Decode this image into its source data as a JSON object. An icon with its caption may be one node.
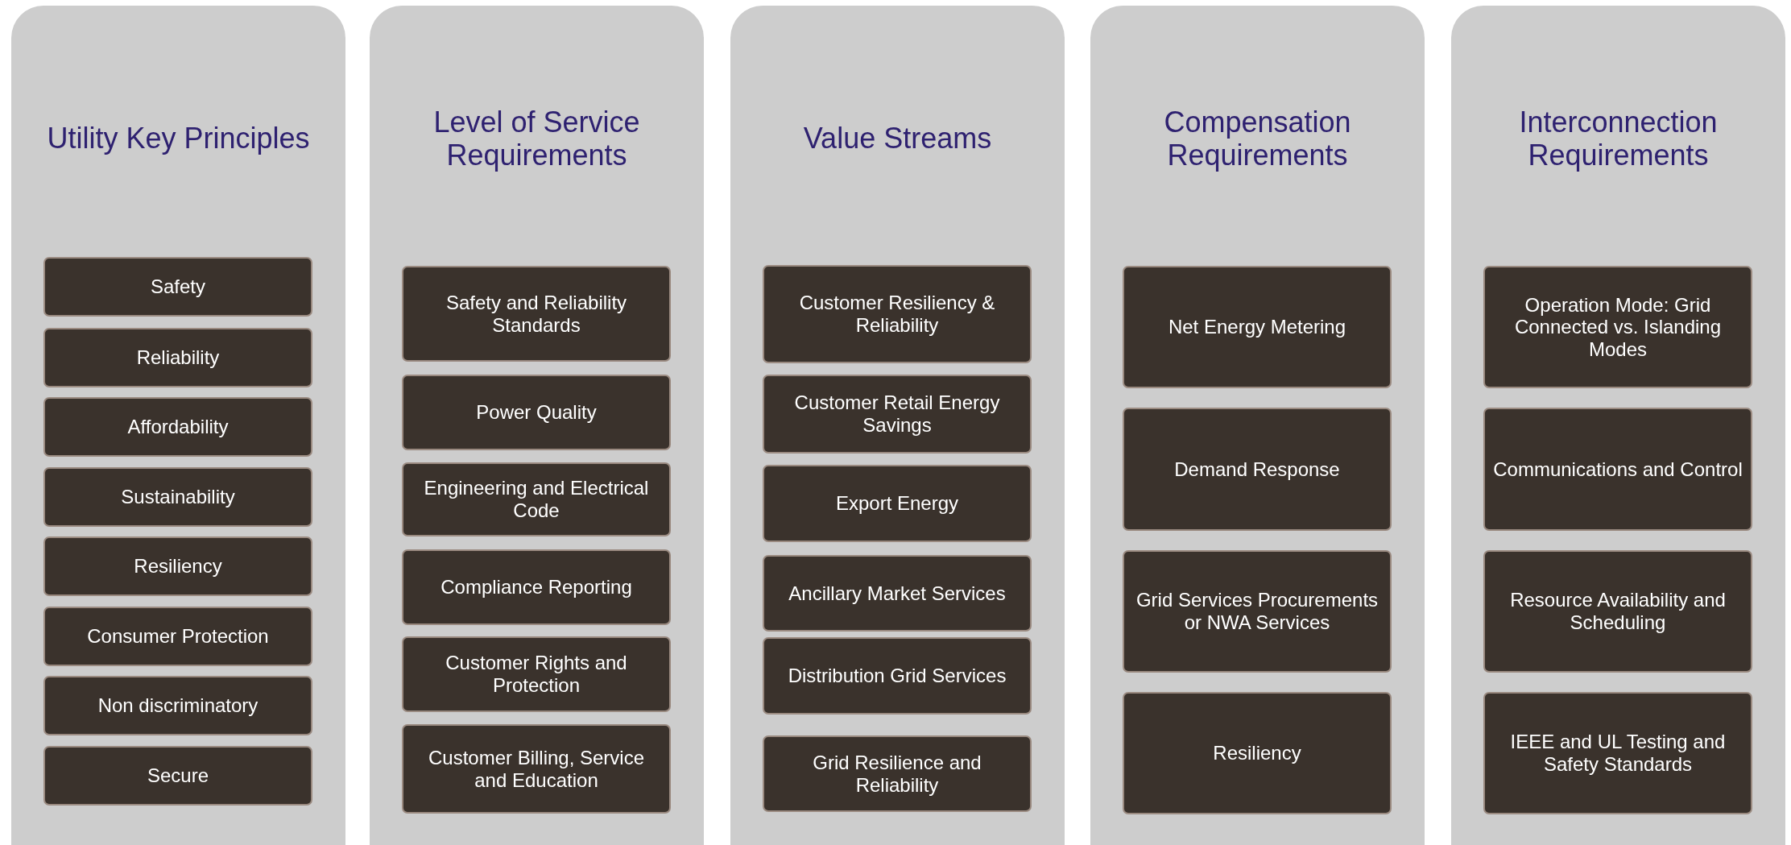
{
  "diagram": {
    "nodes": [
      {
        "text": [
          "Utility Key Principles"
        ]
      },
      {
        "text": [
          "Safety"
        ],
        "in": 0
      },
      {
        "text": [
          "Reliability"
        ],
        "in": 0
      },
      {
        "text": [
          "Affordability"
        ],
        "in": 0
      },
      {
        "text": [
          "Sustainability"
        ],
        "in": 0
      },
      {
        "text": [
          "Resiliency"
        ],
        "in": 0
      },
      {
        "text": [
          "Consumer Protection"
        ],
        "in": 0
      },
      {
        "text": [
          "Non discriminatory"
        ],
        "in": 0
      },
      {
        "text": [
          "Secure"
        ],
        "in": 0
      },
      {
        "text": [
          "Level of Service Requirements"
        ]
      },
      {
        "text": [
          "Safety and Reliability Standards"
        ],
        "in": 9
      },
      {
        "text": [
          "Power Quality"
        ],
        "in": 9
      },
      {
        "text": [
          "Engineering and Electrical Code"
        ],
        "in": 9
      },
      {
        "text": [
          "Compliance Reporting"
        ],
        "in": 9
      },
      {
        "text": [
          "Customer Rights and Protection"
        ],
        "in": 9
      },
      {
        "text": [
          "Customer Billing, Service and Education"
        ],
        "in": 9
      },
      {
        "text": [
          "Value Streams"
        ]
      },
      {
        "text": [
          "Customer Resiliency & Reliability"
        ],
        "in": 16
      },
      {
        "text": [
          "Customer Retail Energy Savings"
        ],
        "in": 16
      },
      {
        "text": [
          "Export Energy"
        ],
        "in": 16
      },
      {
        "text": [
          "Ancillary Market Services"
        ],
        "in": 16
      },
      {
        "text": [
          "Distribution Grid Services"
        ],
        "in": 16
      },
      {
        "text": [
          "Grid Resilience and Reliability"
        ],
        "in": 16
      },
      {
        "text": [
          "Compensation Requirements"
        ]
      },
      {
        "text": [
          "Net Energy Metering"
        ],
        "in": 23
      },
      {
        "text": [
          "Demand Response"
        ],
        "in": 23
      },
      {
        "text": [
          "Grid Services Procurements or NWA Services"
        ],
        "in": 23
      },
      {
        "text": [
          "Resiliency"
        ],
        "in": 23
      },
      {
        "text": [
          "Interconnection Requirements"
        ]
      },
      {
        "text": [
          "Operation Mode: Grid Connected vs. Islanding Modes"
        ],
        "in": 28
      },
      {
        "text": [
          "Communications and Control"
        ],
        "in": 28
      },
      {
        "text": [
          "Resource Availability and Scheduling"
        ],
        "in": 28
      },
      {
        "text": [
          "IEEE and UL Testing and Safety Standards"
        ],
        "in": 28
      }
    ],
    "edges": []
  }
}
